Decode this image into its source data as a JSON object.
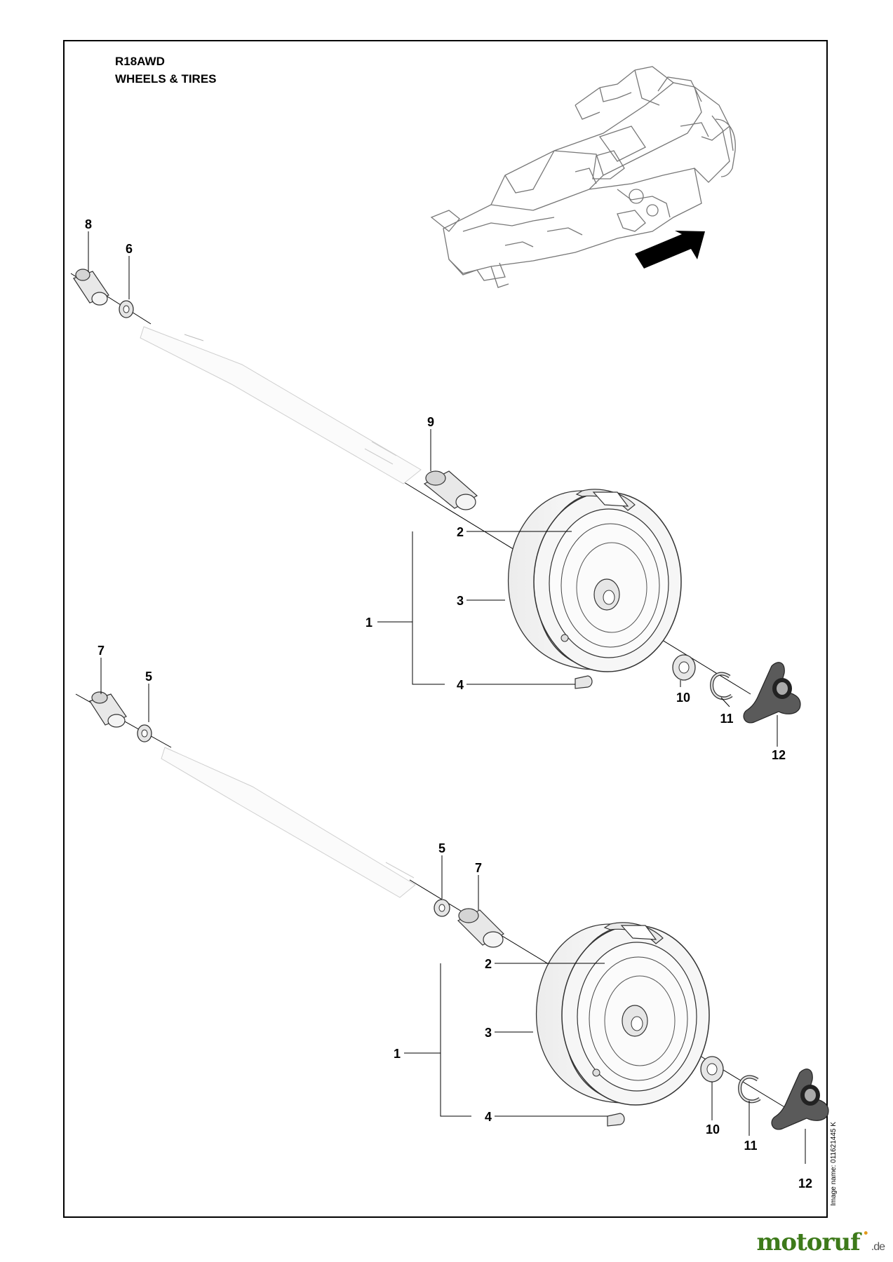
{
  "header": {
    "model": "R18AWD",
    "section": "WHEELS & TIRES"
  },
  "image_name": "Image name: 011621445 K",
  "watermark": {
    "brand": "motoruf",
    "tld": ".de"
  },
  "callouts": {
    "top_assembly": {
      "shaft_spacer": "8",
      "washer": "6",
      "wheel_spacer": "9",
      "wheel_complete": "1",
      "rim": "2",
      "tire": "3",
      "valve": "4",
      "hub_washer": "10",
      "clip": "11",
      "hub_cap": "12"
    },
    "bottom_assembly": {
      "shaft_spacer": "7",
      "washer": "5",
      "inner_washer": "5",
      "wheel_spacer": "7",
      "wheel_complete": "1",
      "rim": "2",
      "tire": "3",
      "valve": "4",
      "hub_washer": "10",
      "clip": "11",
      "hub_cap": "12"
    }
  },
  "icons": {
    "direction_arrow": "arrow-icon"
  }
}
